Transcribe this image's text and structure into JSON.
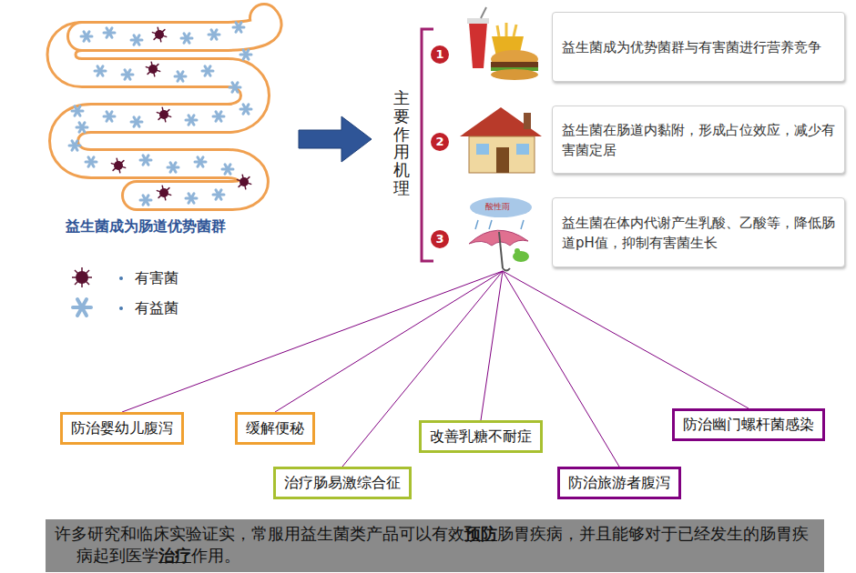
{
  "diagram": {
    "nodes": [
      {
        "text": [
          "益生菌成为优势菌群与有害菌进行营养竞争"
        ]
      },
      {
        "text": [
          "益生菌在肠道内黏附，形成占位效应，减少有害菌定居"
        ]
      },
      {
        "text": [
          "益生菌在体内代谢产生乳酸、乙酸等，降低肠道pH值，抑制有害菌生长"
        ]
      },
      {
        "text": [
          "防治婴幼儿腹泻"
        ]
      },
      {
        "text": [
          "缓解便秘"
        ]
      },
      {
        "text": [
          "改善乳糖不耐症"
        ]
      },
      {
        "text": [
          "防治幽门螺杆菌感染"
        ]
      },
      {
        "text": [
          "治疗肠易激综合征"
        ]
      },
      {
        "text": [
          "防治旅游者腹泻"
        ]
      },
      {
        "text": [
          "许多研究和临床实验证实，常服用益生菌类产品可以有效",
          "预防",
          "肠胃疾病，并且能够对于已经发生的肠胃疾病起到医学",
          "治疗",
          "作用。"
        ]
      }
    ],
    "labels": [
      "益生菌成为肠道优势菌群",
      "主要作用机理",
      "1",
      "2",
      "3",
      "酸性雨"
    ],
    "legend": [
      {
        "text": "有害菌"
      },
      {
        "text": "有益菌"
      }
    ]
  }
}
